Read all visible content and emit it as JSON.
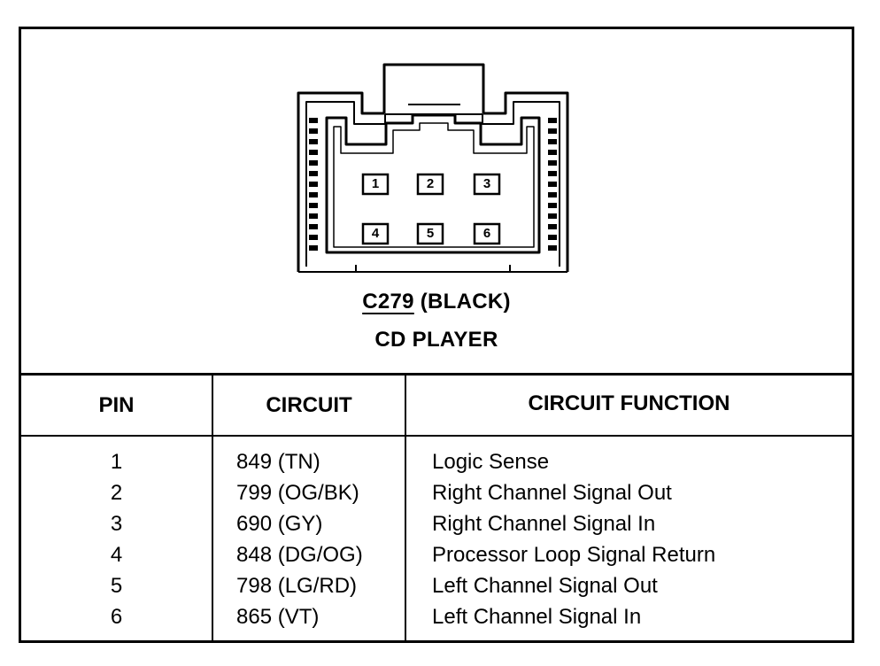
{
  "connector": {
    "id": "C279",
    "color_label": "(BLACK)",
    "name": "CD PLAYER",
    "pins": [
      "1",
      "2",
      "3",
      "4",
      "5",
      "6"
    ]
  },
  "table": {
    "headers": {
      "pin": "PIN",
      "circuit": "CIRCUIT",
      "function": "CIRCUIT FUNCTION"
    },
    "rows": [
      {
        "pin": "1",
        "circuit": "849 (TN)",
        "function": "Logic Sense"
      },
      {
        "pin": "2",
        "circuit": "799 (OG/BK)",
        "function": "Right Channel Signal Out"
      },
      {
        "pin": "3",
        "circuit": "690 (GY)",
        "function": "Right Channel Signal In"
      },
      {
        "pin": "4",
        "circuit": "848 (DG/OG)",
        "function": "Processor Loop Signal Return"
      },
      {
        "pin": "5",
        "circuit": "798 (LG/RD)",
        "function": "Left Channel Signal Out"
      },
      {
        "pin": "6",
        "circuit": "865 (VT)",
        "function": "Left Channel Signal In"
      }
    ]
  }
}
